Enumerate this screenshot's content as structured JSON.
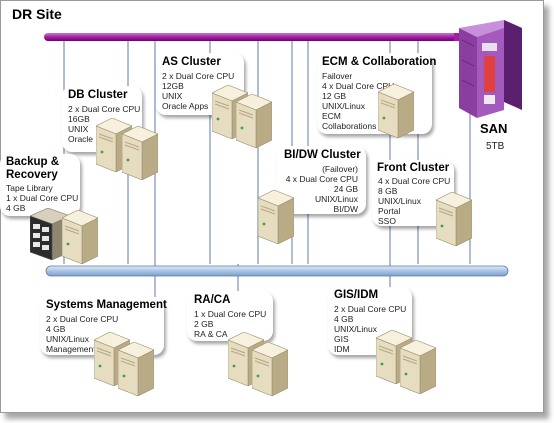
{
  "site_title": "DR Site",
  "san": {
    "label": "SAN",
    "capacity": "5TB"
  },
  "groups": {
    "db": {
      "title": "DB Cluster",
      "specs": [
        "2 x Dual Core CPU",
        "16GB",
        "UNIX",
        "Oracle RAC"
      ]
    },
    "as": {
      "title": "AS Cluster",
      "specs": [
        "2 x Dual Core CPU",
        "12GB",
        "UNIX",
        "Oracle Apps"
      ]
    },
    "ecm": {
      "title": "ECM & Collaboration",
      "specs": [
        "Failover",
        "4 x Dual Core CPU",
        "12 GB",
        "UNIX/Linux",
        "ECM",
        "Collaborations"
      ]
    },
    "backup": {
      "title_lines": [
        "Backup &",
        "Recovery"
      ],
      "specs": [
        "Tape Library",
        "1 x Dual Core CPU",
        "4 GB"
      ]
    },
    "bidw": {
      "title": "BI/DW Cluster",
      "specs": [
        "(Failover)",
        "4 x Dual Core CPU",
        "24 GB",
        "UNIX/Linux",
        "BI/DW"
      ]
    },
    "front": {
      "title": "Front Cluster",
      "specs": [
        "4 x Dual Core CPU",
        "8 GB",
        "UNIX/Linux",
        "Portal",
        "SSO"
      ]
    },
    "sysmgmt": {
      "title": "Systems Management",
      "specs": [
        "2 x Dual Core CPU",
        "4 GB",
        "UNIX/Linux",
        "Management"
      ]
    },
    "raca": {
      "title": "RA/CA",
      "specs": [
        "1 x Dual Core CPU",
        "2 GB",
        "RA & CA"
      ]
    },
    "gis": {
      "title": "GIS/IDM",
      "specs": [
        "2 x Dual Core CPU",
        "4 GB",
        "UNIX/Linux",
        "GIS",
        "IDM"
      ]
    }
  },
  "colors": {
    "storage_bus": "#a020a0",
    "lan_bus": "#a8c4e4",
    "link": "#7a8fc0",
    "san_cabinet": "#8a3fa0",
    "server": "#e6dcc0"
  }
}
